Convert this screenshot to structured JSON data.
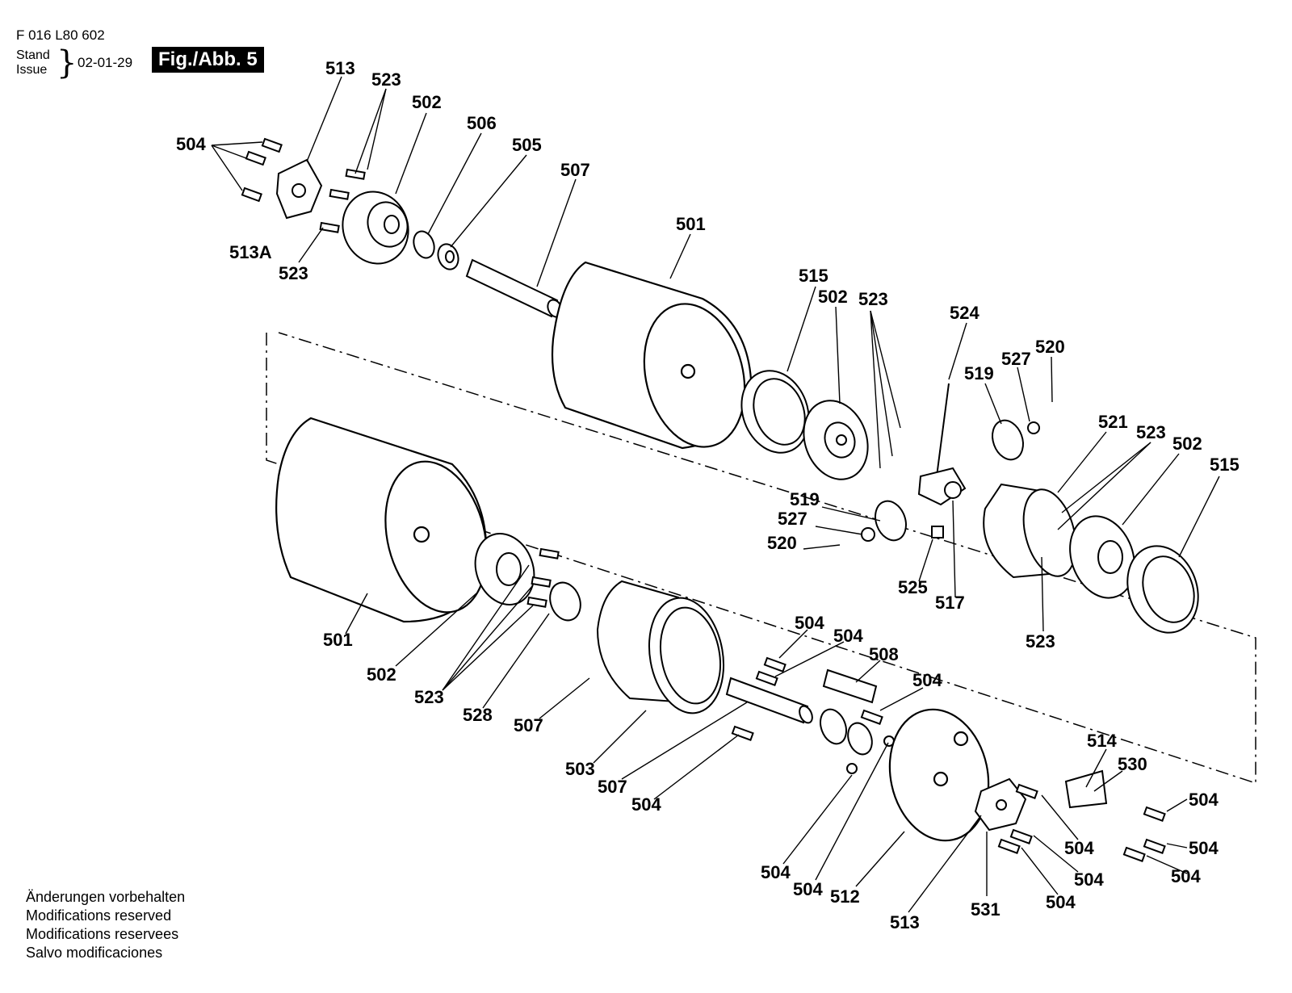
{
  "header": {
    "doc_number": "F 016 L80 602",
    "stand_label": "Stand",
    "issue_label": "Issue",
    "date": "02-01-29",
    "figure": "Fig./Abb. 5"
  },
  "footer": {
    "lines": [
      "Änderungen vorbehalten",
      "Modifications reserved",
      "Modifications reservees",
      "Salvo modificaciones"
    ]
  },
  "part_labels": [
    "513",
    "523",
    "502",
    "506",
    "505",
    "507",
    "504",
    "513A",
    "523",
    "501",
    "515",
    "502",
    "523",
    "524",
    "519",
    "527",
    "520",
    "521",
    "523",
    "502",
    "515",
    "519",
    "527",
    "520",
    "525",
    "517",
    "523",
    "501",
    "502",
    "523",
    "528",
    "507",
    "503",
    "507",
    "504",
    "504",
    "504",
    "508",
    "504",
    "514",
    "530",
    "504",
    "504",
    "504",
    "504",
    "504",
    "504",
    "504",
    "512",
    "513",
    "531",
    "504"
  ]
}
